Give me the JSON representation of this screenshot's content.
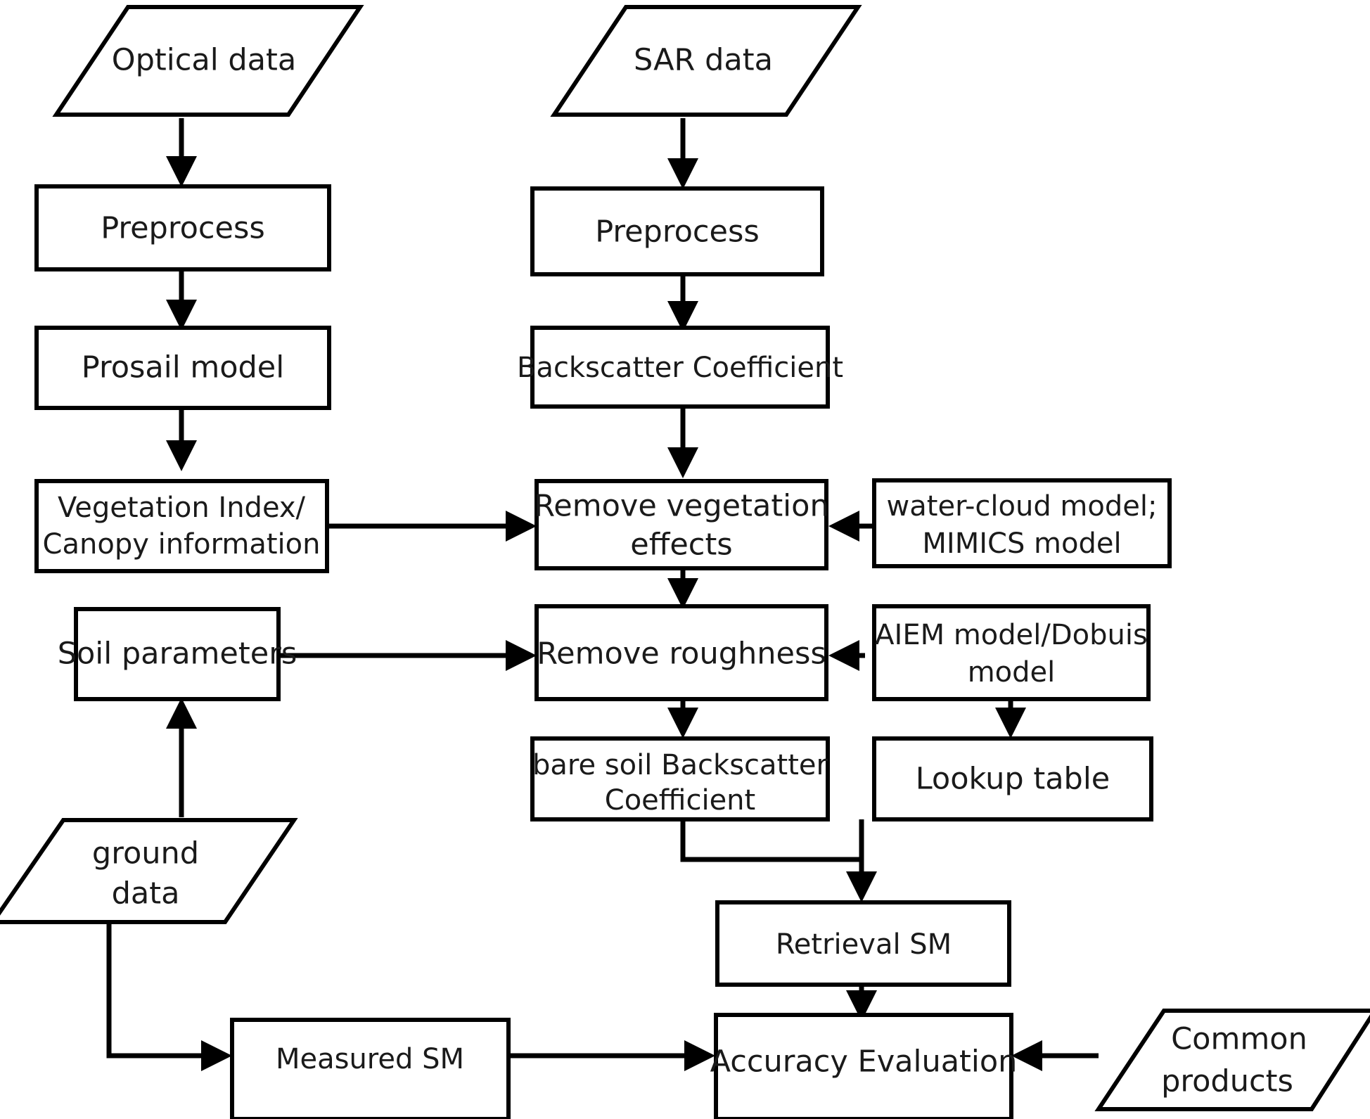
{
  "diagram": {
    "title": "Soil Moisture Retrieval Workflow",
    "type": "flowchart",
    "background_color": "#ffffff",
    "stroke_color": "#000000",
    "text_color": "#1a1a1a",
    "nodes": {
      "optical_data": {
        "label": "Optical data",
        "shape": "parallelogram"
      },
      "sar_data": {
        "label": "SAR data",
        "shape": "parallelogram"
      },
      "preprocess_optical": {
        "label": "Preprocess",
        "shape": "rectangle"
      },
      "preprocess_sar": {
        "label": "Preprocess",
        "shape": "rectangle"
      },
      "prosail_model": {
        "label": "Prosail model",
        "shape": "rectangle"
      },
      "backscatter_coefficient": {
        "label": "Backscatter Coefficient",
        "shape": "rectangle"
      },
      "vegetation_index": {
        "shape": "rectangle",
        "line1": "Vegetation Index/",
        "line2": "Canopy information"
      },
      "remove_vegetation_effects": {
        "shape": "rectangle",
        "line1": "Remove vegetation",
        "line2": "effects"
      },
      "water_cloud_model": {
        "shape": "rectangle",
        "line1": "water-cloud model;",
        "line2": "MIMICS model"
      },
      "soil_parameters": {
        "label": "Soil  parameters",
        "shape": "rectangle"
      },
      "remove_roughness": {
        "label": "Remove roughness",
        "shape": "rectangle"
      },
      "aiem_model": {
        "shape": "rectangle",
        "line1": "AIEM model/Dobuis",
        "line2": "model"
      },
      "bare_soil_backscatter": {
        "shape": "rectangle",
        "line1": "bare soil Backscatter",
        "line2": "Coefficient"
      },
      "lookup_table": {
        "label": "Lookup table",
        "shape": "rectangle"
      },
      "ground_data": {
        "shape": "parallelogram",
        "line1": "ground",
        "line2": "data"
      },
      "retrieval_sm": {
        "label": "Retrieval SM",
        "shape": "rectangle"
      },
      "measured_sm": {
        "label": "Measured SM",
        "shape": "rectangle"
      },
      "accuracy_evaluation": {
        "label": "Accuracy Evaluation",
        "shape": "rectangle"
      },
      "common_products": {
        "shape": "parallelogram",
        "line1": "Common",
        "line2": "products"
      }
    },
    "edges": [
      {
        "from": "optical_data",
        "to": "preprocess_optical",
        "direction": "down"
      },
      {
        "from": "sar_data",
        "to": "preprocess_sar",
        "direction": "down"
      },
      {
        "from": "preprocess_optical",
        "to": "prosail_model",
        "direction": "down"
      },
      {
        "from": "preprocess_sar",
        "to": "backscatter_coefficient",
        "direction": "down"
      },
      {
        "from": "prosail_model",
        "to": "vegetation_index",
        "direction": "down"
      },
      {
        "from": "backscatter_coefficient",
        "to": "remove_vegetation_effects",
        "direction": "down"
      },
      {
        "from": "vegetation_index",
        "to": "remove_vegetation_effects",
        "direction": "right"
      },
      {
        "from": "water_cloud_model",
        "to": "remove_vegetation_effects",
        "direction": "left"
      },
      {
        "from": "remove_vegetation_effects",
        "to": "remove_roughness",
        "direction": "down"
      },
      {
        "from": "soil_parameters",
        "to": "remove_roughness",
        "direction": "right"
      },
      {
        "from": "aiem_model",
        "to": "remove_roughness",
        "direction": "left"
      },
      {
        "from": "remove_roughness",
        "to": "bare_soil_backscatter",
        "direction": "down"
      },
      {
        "from": "aiem_model",
        "to": "lookup_table",
        "direction": "down"
      },
      {
        "from": "ground_data",
        "to": "soil_parameters",
        "direction": "up"
      },
      {
        "from": "bare_soil_backscatter",
        "to": "retrieval_sm",
        "direction": "merge-down"
      },
      {
        "from": "lookup_table",
        "to": "retrieval_sm",
        "direction": "merge-down"
      },
      {
        "from": "retrieval_sm",
        "to": "accuracy_evaluation",
        "direction": "down"
      },
      {
        "from": "ground_data",
        "to": "measured_sm",
        "direction": "elbow-right"
      },
      {
        "from": "measured_sm",
        "to": "accuracy_evaluation",
        "direction": "right"
      },
      {
        "from": "common_products",
        "to": "accuracy_evaluation",
        "direction": "left"
      }
    ]
  }
}
